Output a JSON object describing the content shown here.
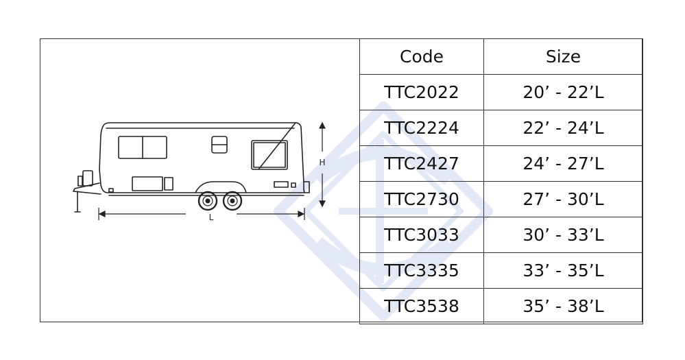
{
  "table": {
    "headers": {
      "code": "Code",
      "size": "Size"
    },
    "rows": [
      {
        "code": "TTC2022",
        "size": "20’ - 22’L"
      },
      {
        "code": "TTC2224",
        "size": "22’ - 24’L"
      },
      {
        "code": "TTC2427",
        "size": "24’ - 27’L"
      },
      {
        "code": "TTC2730",
        "size": "27’ - 30’L"
      },
      {
        "code": "TTC3033",
        "size": "30’ - 33’L"
      },
      {
        "code": "TTC3335",
        "size": "33’ - 35’L"
      },
      {
        "code": "TTC3538",
        "size": "35’ - 38’L"
      }
    ]
  },
  "diagram": {
    "height_label": "H",
    "length_label": "L"
  },
  "colors": {
    "border": "#333333",
    "watermark": "#dfe6f5"
  }
}
